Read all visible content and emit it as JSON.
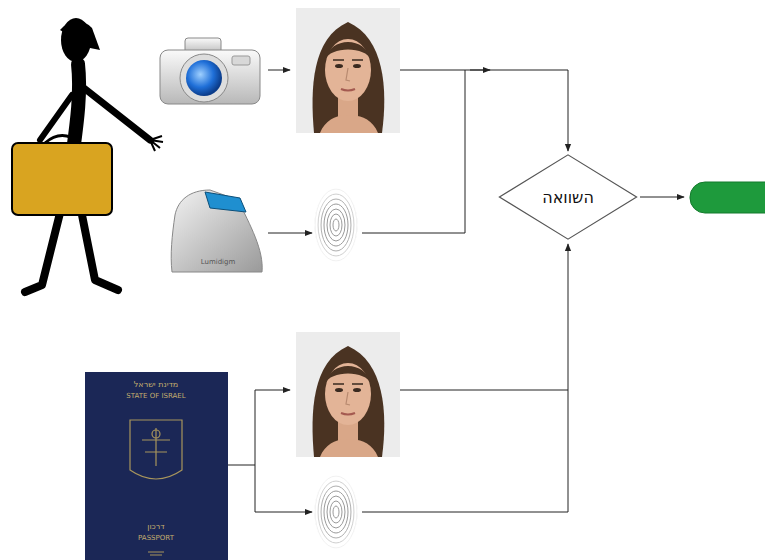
{
  "diagram": {
    "nodes": [
      {
        "text": [
          "השוואה"
        ]
      }
    ],
    "labels": [
      "מדינת ישראל",
      "STATE OF ISRAEL",
      "דרכון",
      "PASSPORT",
      "Lumidigm"
    ]
  }
}
